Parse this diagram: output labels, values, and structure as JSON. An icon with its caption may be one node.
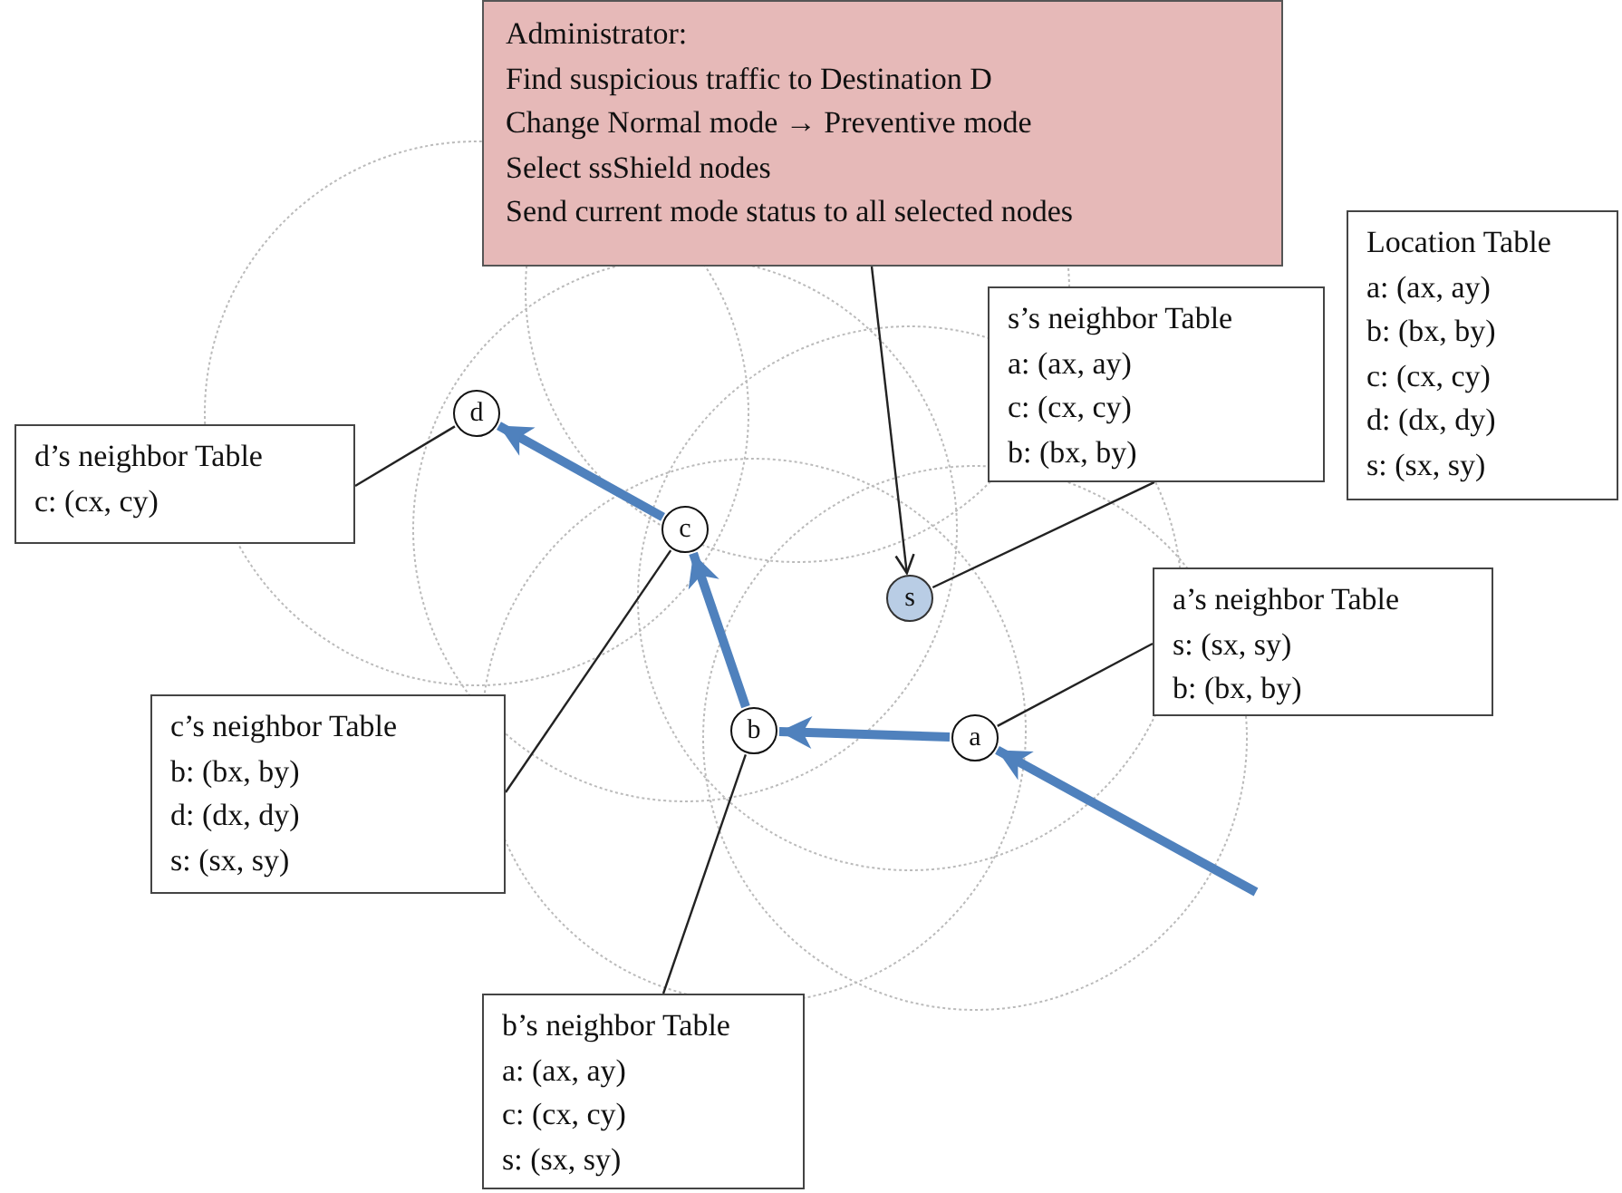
{
  "diagram": {
    "nodes": [
      {
        "text": [
          "Administrator:",
          "Find suspicious traffic to Destination D",
          "Change Normal mode → Preventive mode",
          "Select ssShield nodes",
          "Send current mode status to all selected nodes"
        ]
      },
      {
        "text": [
          "Location Table",
          "a: (ax, ay)",
          "b: (bx, by)",
          "c: (cx, cy)",
          "d: (dx, dy)",
          "s: (sx, sy)"
        ]
      },
      {
        "text": [
          "s’s neighbor Table",
          "a: (ax, ay)",
          "c: (cx, cy)",
          "b: (bx, by)"
        ]
      },
      {
        "text": [
          "d’s neighbor Table",
          "c: (cx, cy)"
        ]
      },
      {
        "text": [
          "d"
        ]
      },
      {
        "text": [
          "c"
        ]
      },
      {
        "text": [
          "s"
        ]
      },
      {
        "text": [
          "a’s neighbor Table",
          "s: (sx, sy)",
          "b: (bx, by)"
        ]
      },
      {
        "text": [
          "c’s neighbor Table",
          "b: (bx, by)",
          "d: (dx, dy)",
          "s: (sx, sy)"
        ]
      },
      {
        "text": [
          "b"
        ]
      },
      {
        "text": [
          "a"
        ]
      },
      {
        "text": [
          "b’s neighbor Table",
          "a: (ax, ay)",
          "c: (cx, cy)",
          "s: (sx, sy)"
        ]
      }
    ],
    "edges": [
      {
        "from": 0,
        "to": 6,
        "arrow": "to"
      },
      {
        "from": 2,
        "to": 6,
        "arrow": "none"
      },
      {
        "from": 3,
        "to": 4,
        "arrow": "none"
      },
      {
        "from": 8,
        "to": 5,
        "arrow": "none"
      },
      {
        "from": 7,
        "to": 10,
        "arrow": "none"
      },
      {
        "from": 11,
        "to": 9,
        "arrow": "none"
      },
      {
        "from": 5,
        "to": 4,
        "arrow": "to",
        "style": "thick",
        "color": "#4f81bd"
      },
      {
        "from": 9,
        "to": 5,
        "arrow": "to",
        "style": "thick",
        "color": "#4f81bd"
      },
      {
        "from": 10,
        "to": 9,
        "arrow": "to",
        "style": "thick",
        "color": "#4f81bd"
      },
      {
        "from": null,
        "to": 10,
        "arrow": "to",
        "style": "thick",
        "color": "#4f81bd"
      }
    ]
  }
}
